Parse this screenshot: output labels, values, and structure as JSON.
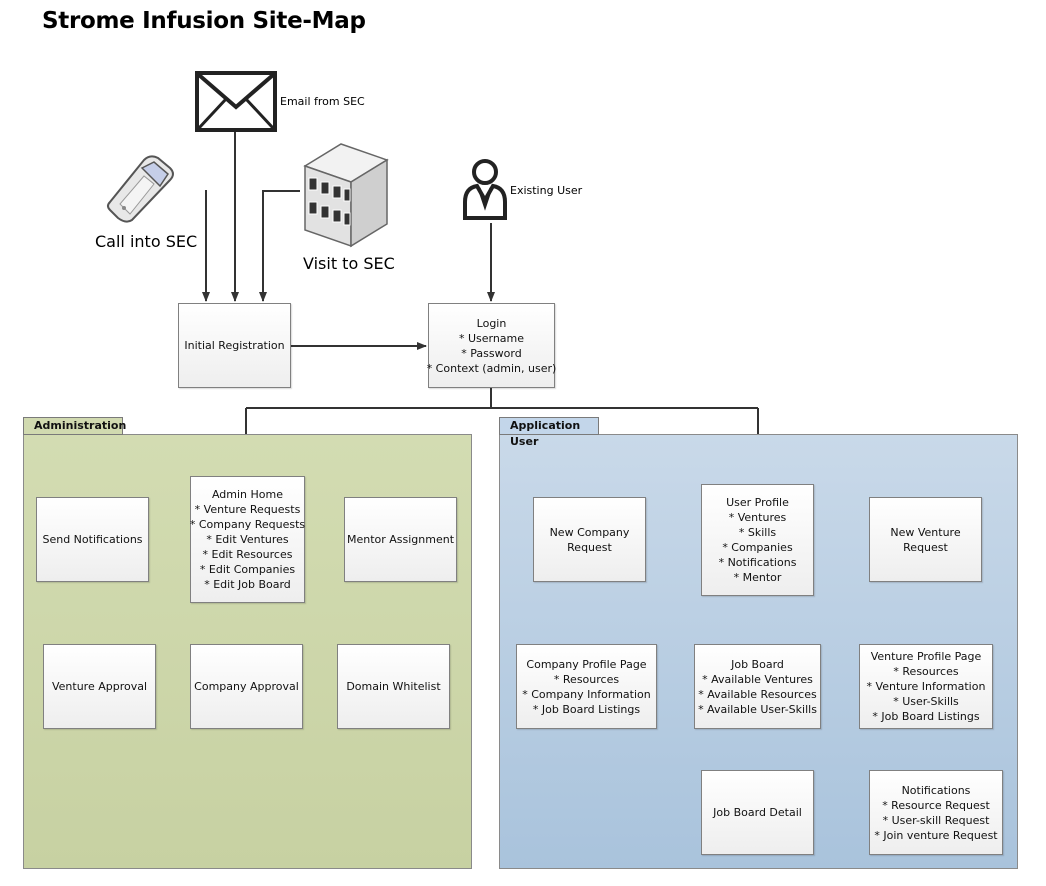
{
  "title": "Strome Infusion Site-Map",
  "sources": {
    "email": {
      "label": "Email from SEC",
      "icon": "envelope-icon"
    },
    "call": {
      "label": "Call into SEC",
      "icon": "mobile-phone-icon"
    },
    "visit": {
      "label": "Visit to SEC",
      "icon": "building-icon"
    },
    "existing_user": {
      "label": "Existing User",
      "icon": "user-icon"
    }
  },
  "boxes": {
    "initial_registration": {
      "title": "Initial Registration",
      "items": []
    },
    "login": {
      "title": "Login",
      "items": [
        "* Username",
        "* Password",
        "* Context (admin, user)"
      ]
    },
    "admin_home": {
      "title": "Admin Home",
      "items": [
        "* Venture Requests",
        "* Company Requests",
        "* Edit Ventures",
        "* Edit Resources",
        "* Edit Companies",
        "* Edit Job Board"
      ]
    },
    "send_notifications": {
      "title": "Send Notifications",
      "items": []
    },
    "mentor_assignment": {
      "title": "Mentor Assignment",
      "items": []
    },
    "venture_approval": {
      "title": "Venture Approval",
      "items": []
    },
    "company_approval": {
      "title": "Company Approval",
      "items": []
    },
    "domain_whitelist": {
      "title": "Domain Whitelist",
      "items": []
    },
    "user_profile": {
      "title": "User Profile",
      "items": [
        "* Ventures",
        "* Skills",
        "* Companies",
        "* Notifications",
        "* Mentor"
      ]
    },
    "new_company_request": {
      "title": "New Company",
      "items": [
        "Request"
      ]
    },
    "new_venture_request": {
      "title": "New Venture",
      "items": [
        "Request"
      ]
    },
    "company_profile_page": {
      "title": "Company Profile Page",
      "items": [
        "* Resources",
        "* Company Information",
        "* Job Board Listings"
      ]
    },
    "job_board": {
      "title": "Job Board",
      "items": [
        "* Available Ventures",
        "* Available Resources",
        "* Available User-Skills"
      ]
    },
    "venture_profile_page": {
      "title": "Venture Profile Page",
      "items": [
        "* Resources",
        "* Venture Information",
        "* User-Skills",
        "* Job Board Listings"
      ]
    },
    "job_board_detail": {
      "title": "Job Board Detail",
      "items": []
    },
    "notifications": {
      "title": "Notifications",
      "items": [
        "* Resource Request",
        "* User-skill Request",
        "* Join venture Request"
      ]
    }
  },
  "panels": {
    "administration": {
      "label": "Administration",
      "color": "#cdd6a9"
    },
    "application_user": {
      "label": "Application User",
      "color": "#b8cfe5"
    }
  },
  "colors": {
    "connector": "#333333",
    "box_border": "#808080"
  }
}
